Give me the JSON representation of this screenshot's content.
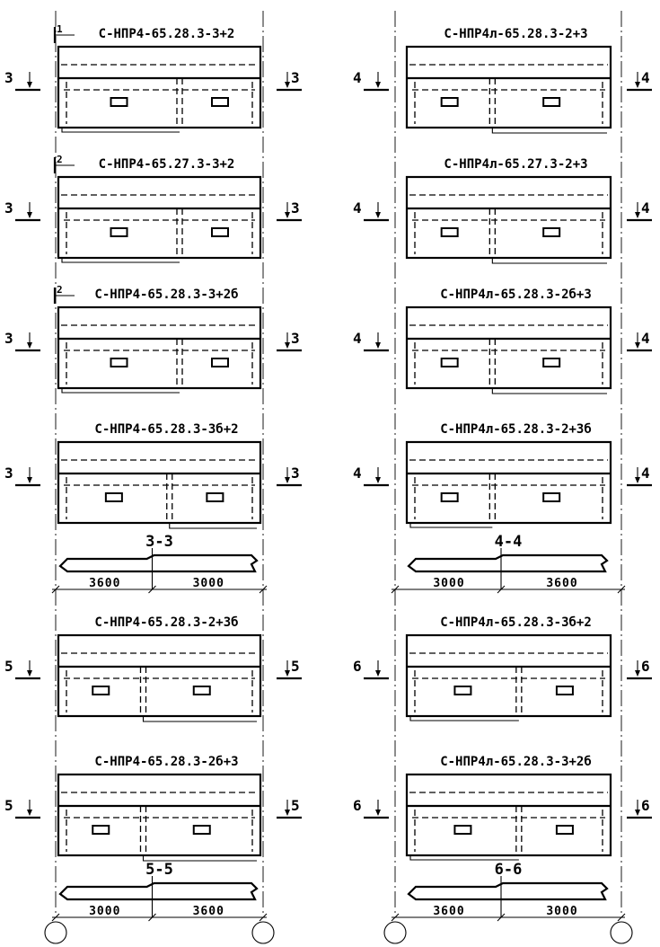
{
  "columns": [
    {
      "id": "left",
      "panels": [
        {
          "label": "С-НПР4-65.28.3-3+2",
          "mark": "3",
          "split": 0.6,
          "slope": "left",
          "cut": "1"
        },
        {
          "label": "С-НПР4-65.27.3-3+2",
          "mark": "3",
          "split": 0.6,
          "slope": "left",
          "cut": "2"
        },
        {
          "label": "С-НПР4-65.28.3-3+2б",
          "mark": "3",
          "split": 0.6,
          "slope": "left",
          "cut": "2"
        },
        {
          "label": "С-НПР4-65.28.3-3б+2",
          "mark": "3",
          "split": 0.55,
          "slope": "right",
          "cut": ""
        }
      ],
      "section": {
        "title": "3-3",
        "dims": [
          "3600",
          "3000"
        ]
      },
      "panels2": [
        {
          "label": "С-НПР4-65.28.3-2+3б",
          "mark": "5",
          "split": 0.42,
          "slope": "right"
        },
        {
          "label": "С-НПР4-65.28.3-2б+3",
          "mark": "5",
          "split": 0.42,
          "slope": "right"
        }
      ],
      "section2": {
        "title": "5-5",
        "dims": [
          "3000",
          "3600"
        ]
      }
    },
    {
      "id": "right",
      "panels": [
        {
          "label": "С-НПР4л-65.28.3-2+3",
          "mark": "4",
          "split": 0.42,
          "slope": "right"
        },
        {
          "label": "С-НПР4л-65.27.3-2+3",
          "mark": "4",
          "split": 0.42,
          "slope": "right"
        },
        {
          "label": "С-НПР4л-65.28.3-2б+3",
          "mark": "4",
          "split": 0.42,
          "slope": "right"
        },
        {
          "label": "С-НПР4л-65.28.3-2+3б",
          "mark": "4",
          "split": 0.42,
          "slope": "left"
        }
      ],
      "section": {
        "title": "4-4",
        "dims": [
          "3000",
          "3600"
        ]
      },
      "panels2": [
        {
          "label": "С-НПР4л-65.28.3-3б+2",
          "mark": "6",
          "split": 0.55,
          "slope": "left"
        },
        {
          "label": "С-НПР4л-65.28.3-3+2б",
          "mark": "6",
          "split": 0.55,
          "slope": "left"
        }
      ],
      "section2": {
        "title": "6-6",
        "dims": [
          "3600",
          "3000"
        ]
      }
    }
  ]
}
